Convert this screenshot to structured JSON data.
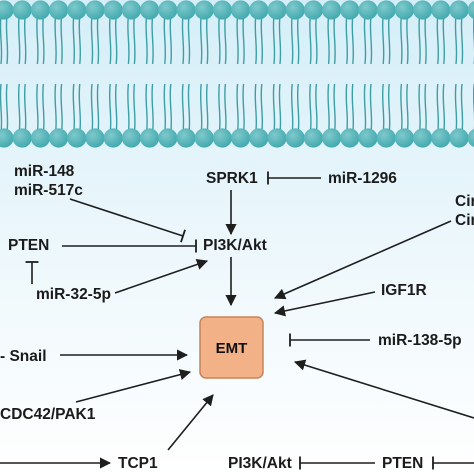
{
  "colors": {
    "membrane_head": "#3fa8ad",
    "membrane_head_light": "#7fc9cc",
    "membrane_tail": "#3e9ea4",
    "background_top": "#d4eef8",
    "background_bottom": "#ffffff",
    "emt_fill": "#f2b186",
    "emt_stroke": "#c6845a",
    "line": "#1e1e1e"
  },
  "nodes": {
    "mir148": "miR-148",
    "mir517c": "miR-517c",
    "sprk1": "SPRK1",
    "mir1296": "miR-1296",
    "circ_a": "Cir",
    "circ_b": "Cir",
    "pten_left": "PTEN",
    "pi3k_top": "PI3K/Akt",
    "igf1r": "IGF1R",
    "mir32": "miR-32-5p",
    "emt": "EMT",
    "mir138": "miR-138-5p",
    "snail": "- Snail",
    "cdc42": "CDC42/PAK1",
    "tcp1": "TCP1",
    "pi3k_bottom": "PI3K/Akt",
    "pten_bottom": "PTEN"
  },
  "edges": [
    {
      "from": "mir517c",
      "to": "pi3k_top",
      "type": "inhibit"
    },
    {
      "from": "mir1296",
      "to": "sprk1",
      "type": "inhibit"
    },
    {
      "from": "sprk1",
      "to": "pi3k_top",
      "type": "activate"
    },
    {
      "from": "circ_b",
      "to": "emt",
      "type": "activate"
    },
    {
      "from": "pten_left",
      "to": "pi3k_top",
      "type": "inhibit"
    },
    {
      "from": "mir32",
      "to": "pten_left",
      "type": "inhibit"
    },
    {
      "from": "mir32",
      "to": "pi3k_top",
      "type": "activate"
    },
    {
      "from": "pi3k_top",
      "to": "emt",
      "type": "activate"
    },
    {
      "from": "igf1r",
      "to": "emt",
      "type": "activate"
    },
    {
      "from": "mir138",
      "to": "emt",
      "type": "inhibit"
    },
    {
      "from": "snail",
      "to": "emt",
      "type": "activate"
    },
    {
      "from": "cdc42",
      "to": "emt",
      "type": "activate"
    },
    {
      "from": "offscreen_right",
      "to": "emt",
      "type": "activate"
    },
    {
      "from": "tcp1",
      "to": "emt",
      "type": "activate"
    },
    {
      "from": "pten_bottom",
      "to": "pi3k_bottom",
      "type": "inhibit"
    },
    {
      "from": "offscreen_left",
      "to": "tcp1",
      "type": "activate"
    },
    {
      "from": "offscreen_right_bottom",
      "to": "pten_bottom",
      "type": "inhibit"
    }
  ]
}
